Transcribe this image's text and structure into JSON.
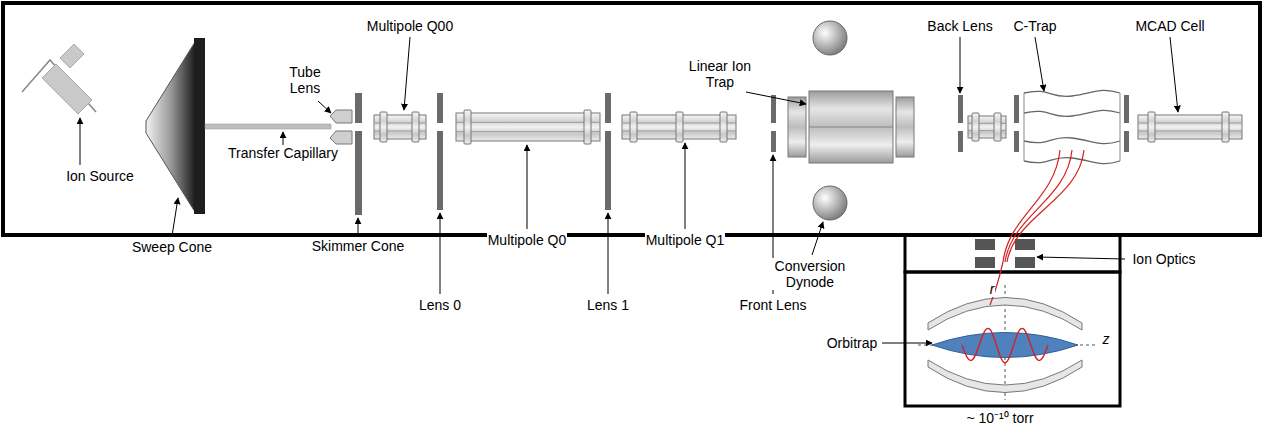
{
  "diagram": {
    "labels": [
      "Ion Source",
      "Sweep Cone",
      "Transfer Capillary",
      "Tube Lens",
      "Skimmer Cone",
      "Multipole Q00",
      "Lens 0",
      "Multipole Q0",
      "Lens 1",
      "Multipole Q1",
      "Linear Ion Trap",
      "Front Lens",
      "Conversion Dynode",
      "Back Lens",
      "C-Trap",
      "MCAD Cell",
      "Ion Optics",
      "Orbitrap",
      "r",
      "z",
      "~ 10⁻¹⁰ torr"
    ]
  }
}
